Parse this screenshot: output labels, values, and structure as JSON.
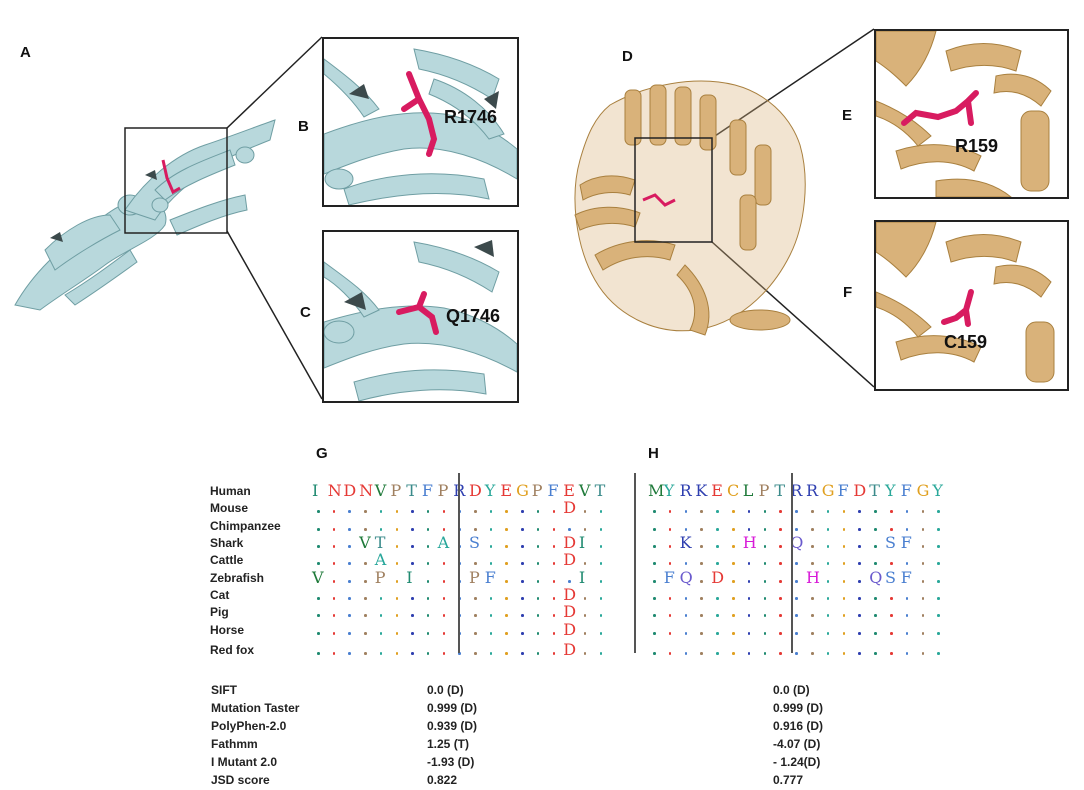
{
  "panels": {
    "A": "A",
    "B": "B",
    "C": "C",
    "D": "D",
    "E": "E",
    "F": "F",
    "G": "G",
    "H": "H"
  },
  "zoom_labels": {
    "B": "R1746",
    "C": "Q1746",
    "E": "R159",
    "F": "C159"
  },
  "colors": {
    "protein_A": "#b8d8dc",
    "protein_A_dark": "#6f9ea3",
    "protein_D": "#d9b27a",
    "protein_D_dark": "#a9803f",
    "residue": "#d81b60",
    "frame": "#222222",
    "alignment_divider": "#555555"
  },
  "alignment": {
    "species": [
      "Human",
      "Mouse",
      "Chimpanzee",
      "Shark",
      "Cattle",
      "Zebrafish",
      "Cat",
      "Pig",
      "Horse",
      "Red fox"
    ],
    "G": {
      "reference": "INDNVPTFPRDYEGPFEVT",
      "rows": [
        "INDNVPTFPRDYEGPFEVT",
        "................D..",
        "...................",
        "...VT...A.S.....DI.",
        "....A...........D..",
        "V...P.I...PF.....I.",
        "................D..",
        "................D..",
        "................D..",
        "................D.."
      ]
    },
    "H": {
      "reference": "MYRKECLPTRRGFDTYFGY",
      "rows": [
        "MYRKECLPTRRGFDTYFGY",
        "...................",
        "...................",
        "..K...H..Q.....SF..",
        "...................",
        ".FQ.D.....H...QSF..",
        "...................",
        "...................",
        "...................",
        "..................."
      ]
    }
  },
  "scores": {
    "labels": [
      "SIFT",
      "Mutation Taster",
      "PolyPhen-2.0",
      "Fathmm",
      "I Mutant 2.0",
      "JSD score"
    ],
    "G": [
      "0.0 (D)",
      "0.999 (D)",
      "0.939 (D)",
      "1.25 (T)",
      "-1.93 (D)",
      "0.822"
    ],
    "H": [
      "0.0 (D)",
      "0.999 (D)",
      "0.916 (D)",
      "-4.07 (D)",
      "- 1.24(D)",
      "0.777"
    ]
  },
  "residue_colors": {
    "I": "#1f8a70",
    "N": "#e53935",
    "D": "#e53935",
    "V": "#1f7a3a",
    "P": "#a08060",
    "T": "#3a8a8a",
    "F": "#4a7fd0",
    "R": "#2f3fb0",
    "Y": "#2aa89a",
    "E": "#e53935",
    "G": "#e0a020",
    "M": "#1f7a3a",
    "K": "#2f3fb0",
    "C": "#e0a020",
    "L": "#1f7a3a",
    "Q": "#6a5acd",
    "S": "#4a7fd0",
    "A": "#26a69a",
    "H": "#d81bd8"
  }
}
